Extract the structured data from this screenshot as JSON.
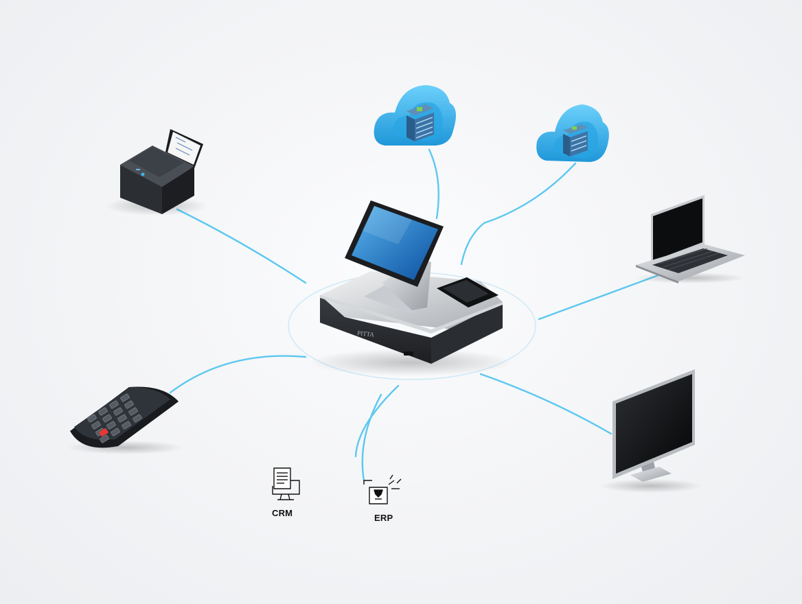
{
  "hub": {
    "brand_text": "PITTA"
  },
  "labels": {
    "crm": "CRM",
    "erp": "ERP"
  },
  "colors": {
    "connection": "#5cc8f0",
    "cloud": "#3fb3ea",
    "device_dark": "#26292f"
  }
}
